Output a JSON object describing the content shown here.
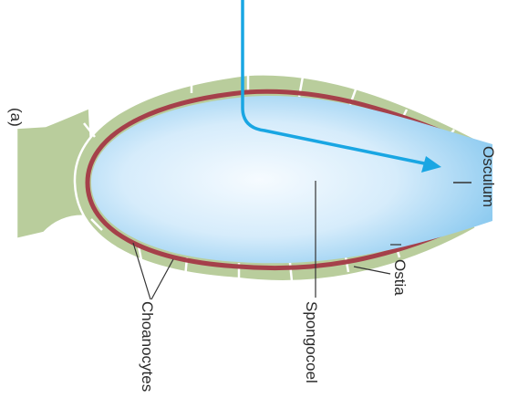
{
  "figure": {
    "panel_label": "(a)",
    "labels": {
      "osculum": "Osculum",
      "ostia": "Ostia",
      "spongocoel": "Spongocoel",
      "choanocytes": "Choanocytes"
    }
  },
  "colors": {
    "wall_cells": "#b9cd9c",
    "cell_outline": "#ffffff",
    "choanocyte_lining": "#a5404a",
    "cavity_center": "#f6fbff",
    "cavity_edge": "#8ecbf0",
    "water_flow_arrow": "#19a6e3",
    "leader_lines": "#333333"
  }
}
